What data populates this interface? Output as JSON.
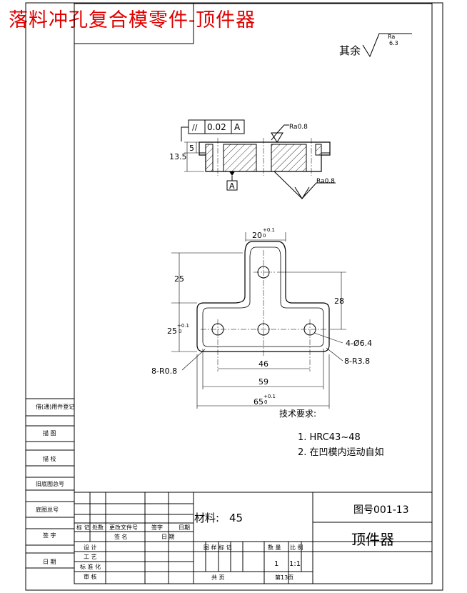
{
  "title": "落料冲孔复合模零件-顶件器",
  "surface_note": {
    "prefix": "其余",
    "ra_label": "Ra",
    "ra_value": "6.3"
  },
  "section_view": {
    "tolerance_symbol": "//",
    "tolerance_value": "0.02",
    "datum": "A",
    "roughness_top": "Ra0.8",
    "roughness_bottom": "Ra0.8",
    "dim_thin": "5",
    "dim_total": "13.5",
    "datum_label": "A"
  },
  "plan_view": {
    "dim_top_width": "20",
    "dim_top_width_tol": "+0.1",
    "dim_top_width_low": "0",
    "dim_upper_height": "25",
    "dim_lower_height": "25",
    "dim_lower_height_tol": "+0.1",
    "dim_lower_height_low": "0",
    "dim_hole_offset": "28",
    "holes": "4-Ø6.4",
    "outer_radius": "8-R3.8",
    "inner_radius": "8-R0.8",
    "dim_hole_spacing": "46",
    "dim_inner_width": "59",
    "dim_total_width": "65",
    "dim_total_width_tol": "+0.1",
    "dim_total_width_low": "0"
  },
  "tech_requirements": {
    "heading": "技术要求:",
    "items": [
      "1. HRC43~48",
      "2. 在凹模内运动自如"
    ]
  },
  "left_strip": {
    "labels": [
      "借(通)用件登记",
      "描  图",
      "描  校",
      "旧底图总号",
      "底图总号",
      "签  字",
      "日  期"
    ]
  },
  "title_block": {
    "material_label": "材料:",
    "material_value": "45",
    "drawing_no": "图号001-13",
    "part_name": "顶件器",
    "rev_headers": [
      "标 记",
      "处数",
      "更改文件号",
      "签字",
      "日期"
    ],
    "sign_headers": [
      "签  名",
      "日  期"
    ],
    "roles": [
      "设 计",
      "工 艺",
      "标 准 化",
      "审 核"
    ],
    "mark_header": "图 样 标 记",
    "qty_header": "数 量",
    "scale_header": "比 例",
    "qty_value": "1",
    "scale_value": "1:1",
    "sheets_total": "共   页",
    "sheet_no": "第13页"
  }
}
